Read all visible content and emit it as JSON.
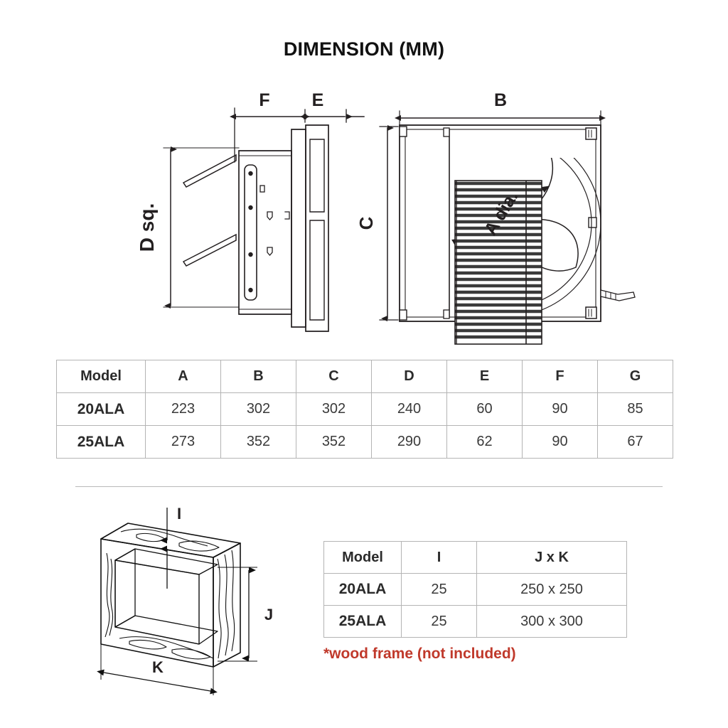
{
  "title": "DIMENSION (MM)",
  "drawings": {
    "side_view": {
      "labels": {
        "height": "D sq.",
        "depth_body": "F",
        "depth_grill": "E"
      }
    },
    "front_view": {
      "labels": {
        "width": "B",
        "height": "C",
        "fan_diameter": "A dia."
      }
    },
    "wood_frame_view": {
      "labels": {
        "thickness": "I",
        "height": "J",
        "width": "K"
      }
    }
  },
  "main_table": {
    "headers": [
      "Model",
      "A",
      "B",
      "C",
      "D",
      "E",
      "F",
      "G"
    ],
    "rows": [
      [
        "20ALA",
        "223",
        "302",
        "302",
        "240",
        "60",
        "90",
        "85"
      ],
      [
        "25ALA",
        "273",
        "352",
        "352",
        "290",
        "62",
        "90",
        "67"
      ]
    ]
  },
  "frame_table": {
    "headers": [
      "Model",
      "I",
      "J x K"
    ],
    "rows": [
      [
        "20ALA",
        "25",
        "250 x 250"
      ],
      [
        "25ALA",
        "25",
        "300 x 300"
      ]
    ]
  },
  "note": "*wood frame (not included)",
  "colors": {
    "note_red": "#c0392b",
    "line": "#231f20",
    "table_border": "#b4b4b4"
  }
}
